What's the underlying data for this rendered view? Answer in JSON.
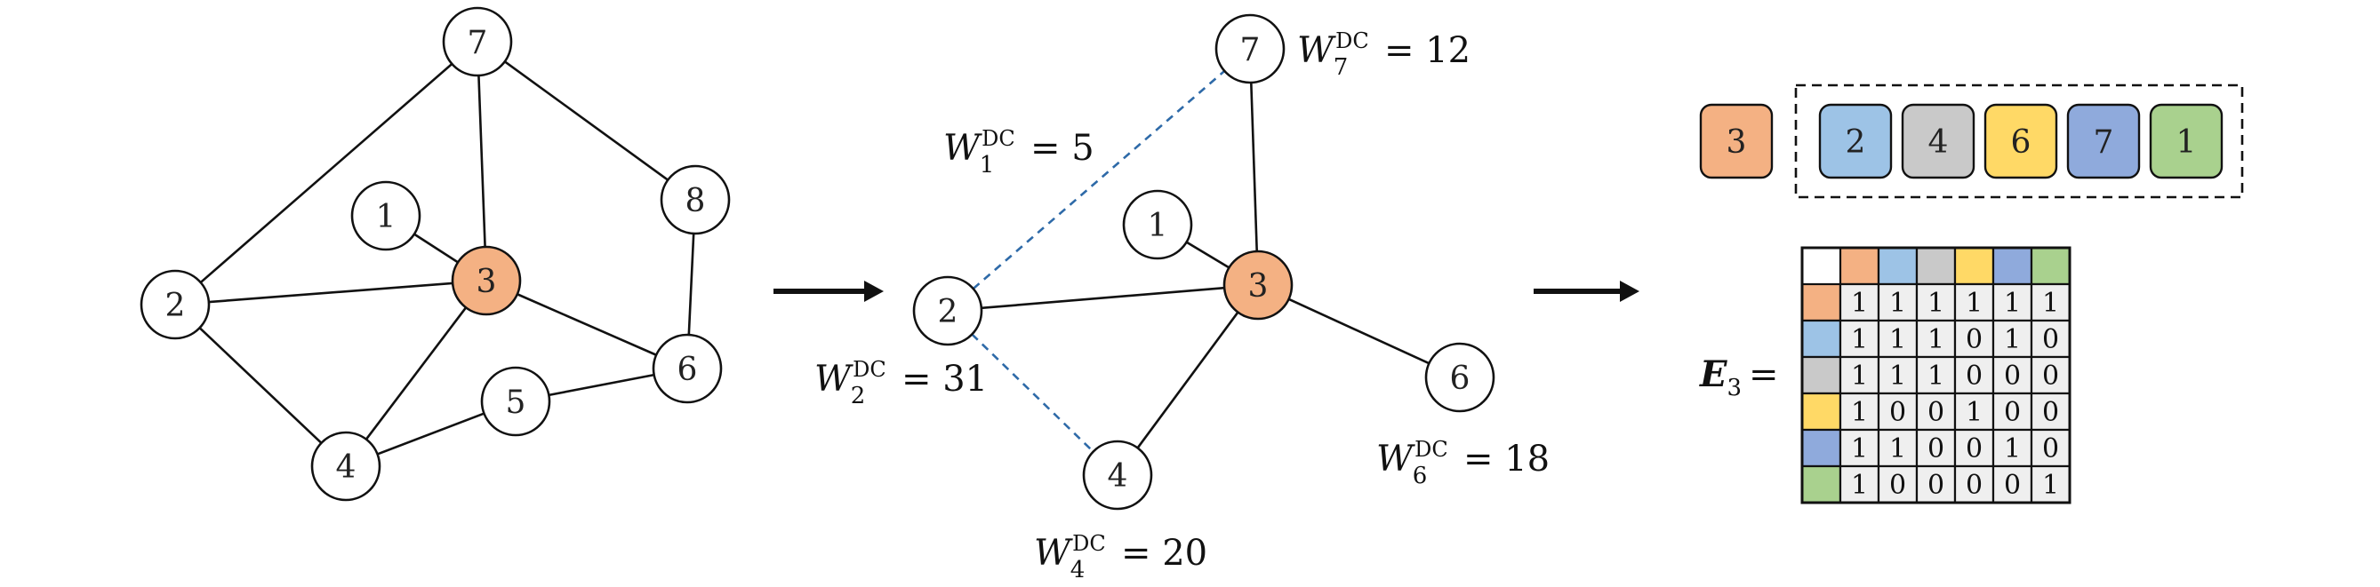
{
  "colors": {
    "orange": "#f4b183",
    "blue": "#9dc3e6",
    "gray": "#c9c9c9",
    "yellow": "#ffd966",
    "purple": "#8faadc",
    "green": "#a9d18e",
    "cell_bg": "#efefef"
  },
  "graph1": {
    "nodes": [
      {
        "id": "7",
        "label": "7"
      },
      {
        "id": "1",
        "label": "1"
      },
      {
        "id": "8",
        "label": "8"
      },
      {
        "id": "2",
        "label": "2"
      },
      {
        "id": "3",
        "label": "3",
        "highlight": "orange"
      },
      {
        "id": "6",
        "label": "6"
      },
      {
        "id": "5",
        "label": "5"
      },
      {
        "id": "4",
        "label": "4"
      }
    ],
    "edges": [
      [
        "2",
        "7"
      ],
      [
        "7",
        "3"
      ],
      [
        "7",
        "8"
      ],
      [
        "1",
        "3"
      ],
      [
        "2",
        "3"
      ],
      [
        "3",
        "6"
      ],
      [
        "8",
        "6"
      ],
      [
        "2",
        "4"
      ],
      [
        "4",
        "3"
      ],
      [
        "4",
        "5"
      ],
      [
        "5",
        "6"
      ]
    ]
  },
  "graph2": {
    "nodes": [
      {
        "id": "7",
        "label": "7"
      },
      {
        "id": "1",
        "label": "1"
      },
      {
        "id": "2",
        "label": "2"
      },
      {
        "id": "3",
        "label": "3",
        "highlight": "orange"
      },
      {
        "id": "6",
        "label": "6"
      },
      {
        "id": "4",
        "label": "4"
      }
    ],
    "edges": [
      [
        "7",
        "3"
      ],
      [
        "1",
        "3"
      ],
      [
        "2",
        "3"
      ],
      [
        "3",
        "6"
      ],
      [
        "4",
        "3"
      ]
    ],
    "dashed_edges": [
      [
        "2",
        "7"
      ],
      [
        "2",
        "4"
      ]
    ],
    "weights": {
      "w7": {
        "var": "W",
        "sup": "DC",
        "sub": "7",
        "eq": "= 12"
      },
      "w1": {
        "var": "W",
        "sup": "DC",
        "sub": "1",
        "eq": "= 5"
      },
      "w2": {
        "var": "W",
        "sup": "DC",
        "sub": "2",
        "eq": "= 31"
      },
      "w6": {
        "var": "W",
        "sup": "DC",
        "sub": "6",
        "eq": "= 18"
      },
      "w4": {
        "var": "W",
        "sup": "DC",
        "sub": "4",
        "eq": "= 20"
      }
    }
  },
  "sequence": {
    "center": {
      "label": "3",
      "color": "orange"
    },
    "neighbors": [
      {
        "label": "2",
        "color": "blue"
      },
      {
        "label": "4",
        "color": "gray"
      },
      {
        "label": "6",
        "color": "yellow"
      },
      {
        "label": "7",
        "color": "purple"
      },
      {
        "label": "1",
        "color": "green"
      }
    ]
  },
  "matrix": {
    "label_var": "E",
    "label_sub": "3",
    "label_eq": "=",
    "header_colors": [
      "orange",
      "blue",
      "gray",
      "yellow",
      "purple",
      "green"
    ],
    "rows": [
      [
        "1",
        "1",
        "1",
        "1",
        "1",
        "1"
      ],
      [
        "1",
        "1",
        "1",
        "0",
        "1",
        "0"
      ],
      [
        "1",
        "1",
        "1",
        "0",
        "0",
        "0"
      ],
      [
        "1",
        "0",
        "0",
        "1",
        "0",
        "0"
      ],
      [
        "1",
        "1",
        "0",
        "0",
        "1",
        "0"
      ],
      [
        "1",
        "0",
        "0",
        "0",
        "0",
        "1"
      ]
    ]
  }
}
